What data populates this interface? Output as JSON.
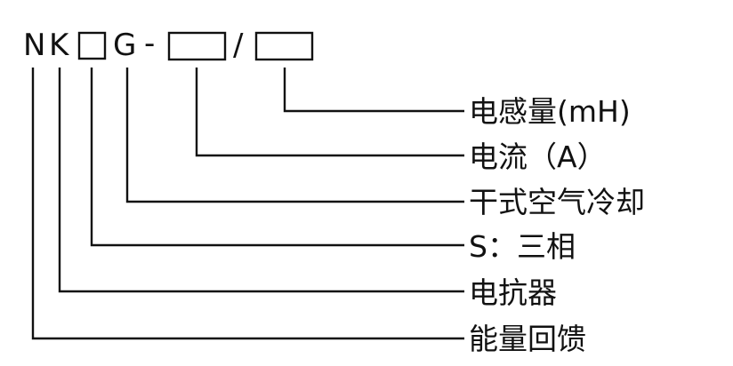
{
  "model_code": {
    "letter_1": "N",
    "letter_2": "K",
    "letter_3": "G",
    "dash": "-",
    "slash": "/"
  },
  "labels": [
    "电感量(mH)",
    "电流（A）",
    "干式空气冷却",
    "S：三相",
    "电抗器",
    "能量回馈"
  ]
}
